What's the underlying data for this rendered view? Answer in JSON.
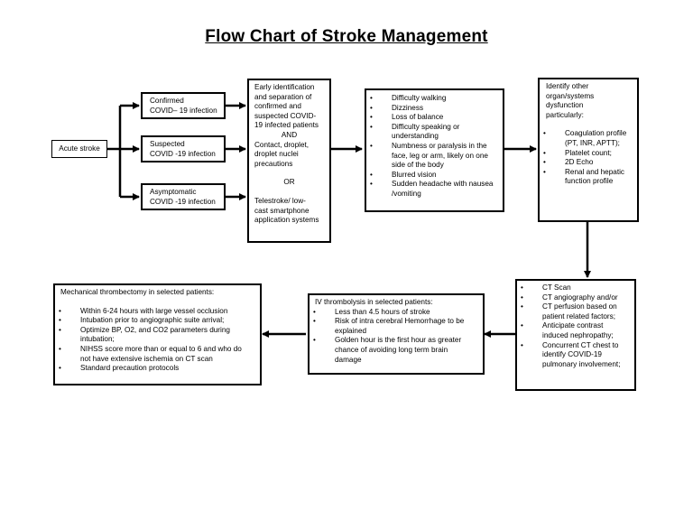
{
  "title": "Flow Chart of Stroke Management",
  "nodes": {
    "acute_stroke": "Acute stroke",
    "confirmed": [
      "Confirmed",
      "COVID– 19 infection"
    ],
    "suspected": [
      "Suspected",
      "COVID -19 infection"
    ],
    "asymptomatic": [
      "Asymptomatic",
      "COVID -19 infection"
    ],
    "identification": {
      "lines": [
        "Early identification",
        "and separation of",
        "confirmed and",
        "suspected COVID-",
        "19 infected patients"
      ],
      "and": "AND",
      "precaution_lines": [
        "Contact, droplet,",
        "droplet nuclei",
        "precautions"
      ],
      "or": "OR",
      "tele_lines": [
        "Telestroke/ low-",
        "cast smartphone",
        "application systems"
      ]
    },
    "symptoms": [
      "Difficulty walking",
      "Dizziness",
      "Loss of balance",
      "Difficulty speaking or understanding",
      "Numbness or paralysis in the face, leg or arm, likely on one side of the body",
      "Blurred vision",
      "Sudden headache with nausea /vomiting"
    ],
    "organ": {
      "heading": [
        "Identify other",
        "organ/systems",
        "dysfunction",
        "particularly:"
      ],
      "items": [
        "Coagulation profile (PT, INR, APTT);",
        "Platelet count;",
        "2D Echo",
        "Renal and hepatic function profile"
      ]
    },
    "ct": [
      "CT Scan",
      "CT angiography and/or",
      "CT perfusion based on patient related factors;",
      "Anticipate contrast induced nephropathy;",
      "Concurrent CT chest to identify COVID-19 pulmonary involvement;"
    ],
    "iv": {
      "heading": "IV thrombolysis in selected patients:",
      "items": [
        "Less than 4.5 hours of stroke",
        "Risk of intra cerebral Hemorrhage to be explained",
        "Golden hour is the first hour as greater chance of avoiding long term brain damage"
      ]
    },
    "mech": {
      "heading": "Mechanical thrombectomy in selected patients:",
      "items": [
        "Within 6-24 hours with large vessel occlusion",
        "Intubation prior to angiographic suite arrival;",
        "Optimize BP, O2, and CO2 parameters during intubation;",
        "NIHSS score more than or equal to 6 and who do not have extensive ischemia on CT scan",
        "Standard precaution protocols"
      ]
    }
  }
}
